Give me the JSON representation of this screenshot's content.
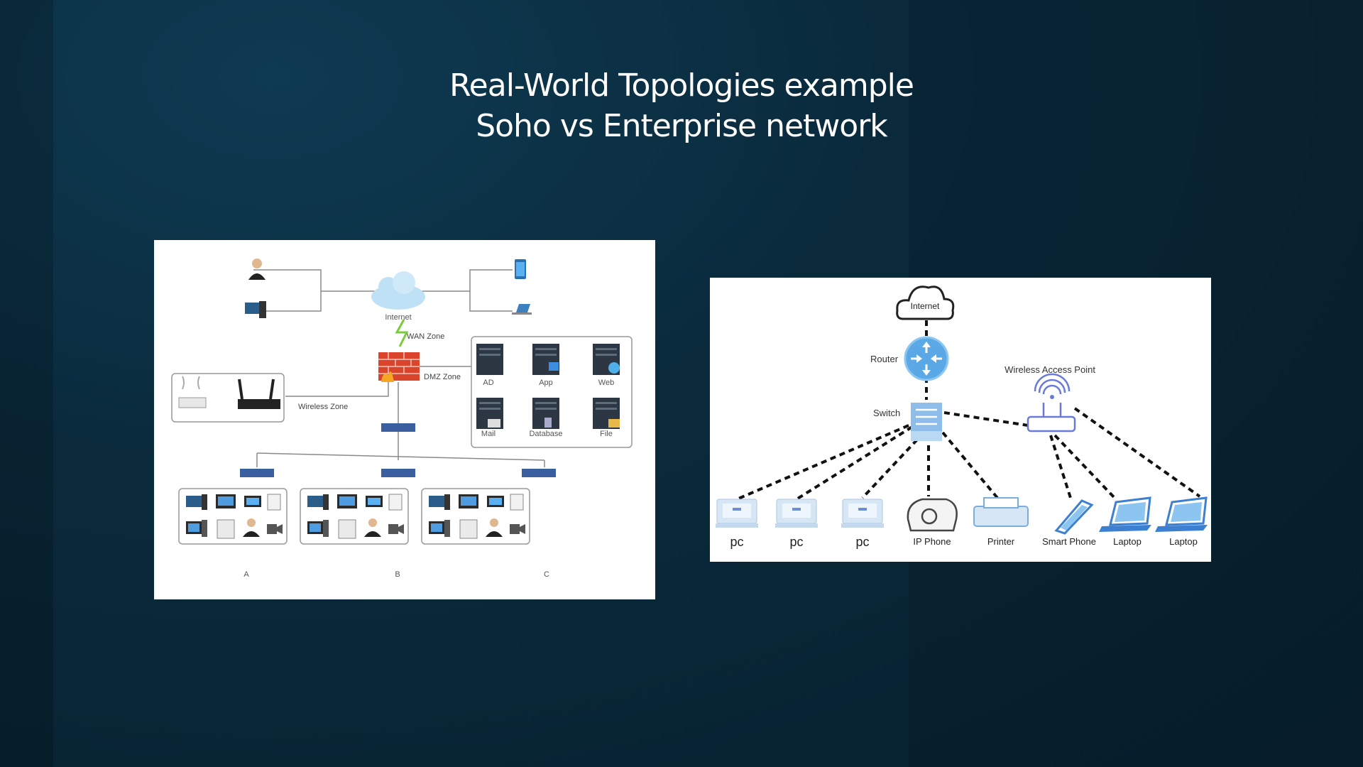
{
  "slide": {
    "title_line1": "Real-World Topologies example",
    "title_line2": "Soho vs Enterprise network"
  },
  "soho_diagram": {
    "labels": {
      "internet": "Internet",
      "wan_zone": "WAN Zone",
      "dmz_zone": "DMZ Zone",
      "wireless_zone": "Wireless Zone"
    },
    "servers": [
      "AD",
      "App",
      "Web",
      "Mail",
      "Database",
      "File"
    ],
    "groups": [
      "A",
      "B",
      "C"
    ]
  },
  "enterprise_diagram": {
    "internet": "Internet",
    "router": "Router",
    "switch": "Switch",
    "wap": "Wireless Access Point",
    "devices": [
      "pc",
      "pc",
      "pc",
      "IP Phone",
      "Printer",
      "Smart Phone",
      "Laptop",
      "Laptop"
    ]
  },
  "colors": {
    "background": "#0a2a3c",
    "card": "#ffffff",
    "router": "#5aa9e6",
    "switch_small": "#3a5fa0",
    "firewall": "#d9442b",
    "cloud": "#bfe1f5"
  }
}
